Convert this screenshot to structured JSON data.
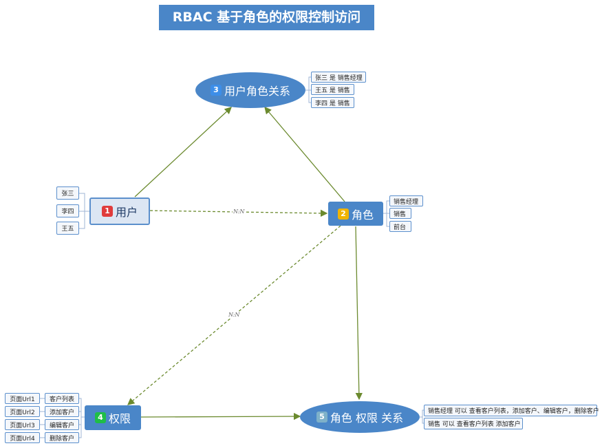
{
  "title": "RBAC 基于角色的权限控制访问",
  "colors": {
    "node": "#4a86c8",
    "edge": "#6b8a2e",
    "badge_red": "#e03c3c",
    "badge_yellow": "#f0b400",
    "badge_blue": "#3d8ee8",
    "badge_green": "#1fbe47",
    "badge_gray": "#7eb1c9"
  },
  "nodes": {
    "user": {
      "badge": "1",
      "label": "用户",
      "children": [
        "张三",
        "李四",
        "王五"
      ]
    },
    "role": {
      "badge": "2",
      "label": "角色",
      "children": [
        "销售经理",
        "销售",
        "前台"
      ]
    },
    "user_role": {
      "badge": "3",
      "label": "用户角色关系",
      "children": [
        "张三 是 销售经理",
        "王五 是 销售",
        "李四 是 销售"
      ]
    },
    "permission": {
      "badge": "4",
      "label": "权限",
      "children": [
        {
          "label": "客户列表",
          "url": "页面Url1"
        },
        {
          "label": "添加客户",
          "url": "页面Url2"
        },
        {
          "label": "编辑客户",
          "url": "页面Url3"
        },
        {
          "label": "删除客户",
          "url": "页面Url4"
        }
      ]
    },
    "role_permission": {
      "badge": "5",
      "label": "角色 权限 关系",
      "children": [
        "销售经理  可以 查看客户列表，添加客户、编辑客户，删除客户",
        "销售  可以 查看客户列表 添加客户"
      ]
    }
  },
  "edge_labels": {
    "user_role": "N:N",
    "role_permission": "N:N"
  }
}
